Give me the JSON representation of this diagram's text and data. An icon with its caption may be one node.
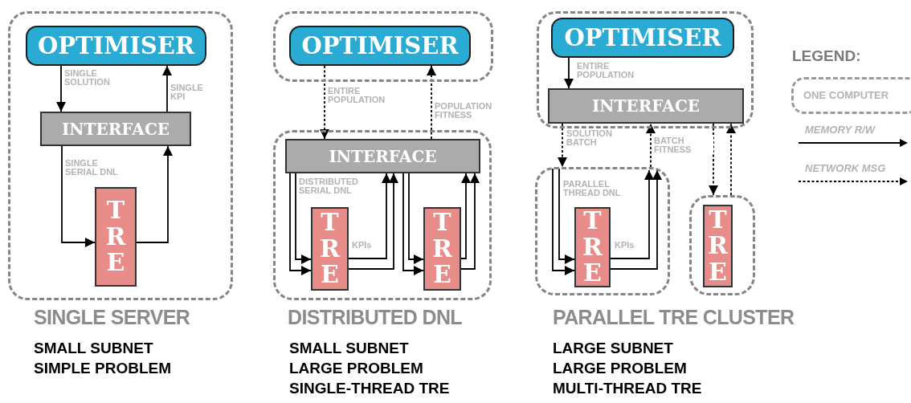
{
  "diagram": {
    "nodes": [
      {
        "text": [],
        "shape": "box"
      },
      {
        "text": [
          "OPTIMISER"
        ],
        "in": 0
      },
      {
        "text": [
          "INTERFACE"
        ],
        "in": 0
      },
      {
        "text": [
          "TRE"
        ],
        "in": 0
      },
      {
        "text": [],
        "shape": "box"
      },
      {
        "text": [
          "OPTIMISER"
        ],
        "in": 4
      },
      {
        "text": [],
        "shape": "box"
      },
      {
        "text": [
          "INTERFACE"
        ],
        "in": 6
      },
      {
        "text": [
          "TRE"
        ],
        "in": 6
      },
      {
        "text": [
          "TRE"
        ],
        "in": 6
      },
      {
        "text": [],
        "shape": "box"
      },
      {
        "text": [
          "OPTIMISER"
        ],
        "in": 10
      },
      {
        "text": [
          "INTERFACE"
        ],
        "in": 10
      },
      {
        "text": [],
        "shape": "box"
      },
      {
        "text": [
          "TRE"
        ],
        "in": 13
      },
      {
        "text": [],
        "shape": "box"
      },
      {
        "text": [
          "TRE"
        ],
        "in": 15
      }
    ],
    "edges": [
      {
        "from": 1,
        "to": 2,
        "arrow": "to",
        "label": "SINGLE SOLUTION"
      },
      {
        "from": 2,
        "to": 1,
        "arrow": "to",
        "label": "SINGLE KPI"
      },
      {
        "from": 2,
        "to": 3,
        "arrow": "to",
        "label": "SINGLE SERIAL DNL"
      },
      {
        "from": 3,
        "to": 2,
        "arrow": "to"
      },
      {
        "from": 5,
        "to": 7,
        "arrow": "to",
        "label": "ENTIRE POPULATION",
        "style": "dashed"
      },
      {
        "from": 7,
        "to": 5,
        "arrow": "to",
        "label": "POPULATION FITNESS",
        "style": "dashed"
      },
      {
        "from": 7,
        "to": 8,
        "arrow": "to",
        "label": "DISTRIBUTED SERIAL DNL"
      },
      {
        "from": 7,
        "to": 8,
        "arrow": "to"
      },
      {
        "from": 8,
        "to": 7,
        "arrow": "to",
        "label": "KPIs"
      },
      {
        "from": 8,
        "to": 7,
        "arrow": "to"
      },
      {
        "from": 7,
        "to": 9,
        "arrow": "to"
      },
      {
        "from": 7,
        "to": 9,
        "arrow": "to"
      },
      {
        "from": 9,
        "to": 7,
        "arrow": "to"
      },
      {
        "from": 9,
        "to": 7,
        "arrow": "to"
      },
      {
        "from": 11,
        "to": 12,
        "arrow": "to",
        "label": "ENTIRE POPULATION"
      },
      {
        "from": 12,
        "to": 13,
        "arrow": "to",
        "label": "SOLUTION BATCH",
        "style": "dashed"
      },
      {
        "from": 13,
        "to": 12,
        "arrow": "to",
        "label": "BATCH FITNESS",
        "style": "dashed"
      },
      {
        "from": 12,
        "to": 15,
        "arrow": "to",
        "style": "dashed"
      },
      {
        "from": 15,
        "to": 12,
        "arrow": "to",
        "style": "dashed"
      },
      {
        "from": 13,
        "to": 14,
        "arrow": "to",
        "label": "PARALLEL THREAD DNL"
      },
      {
        "from": 13,
        "to": 14,
        "arrow": "to"
      },
      {
        "from": 14,
        "to": 13,
        "arrow": "to",
        "label": "KPIs"
      },
      {
        "from": 14,
        "to": 13,
        "arrow": "to"
      }
    ],
    "labels": [
      "SINGLE SERVER",
      "SMALL SUBNET",
      "SIMPLE PROBLEM",
      "DISTRIBUTED DNL",
      "SMALL SUBNET",
      "LARGE PROBLEM",
      "SINGLE-THREAD TRE",
      "PARALLEL TRE CLUSTER",
      "LARGE SUBNET",
      "LARGE PROBLEM",
      "MULTI-THREAD TRE",
      "LEGEND:"
    ],
    "legend": [
      {
        "text": "ONE COMPUTER"
      },
      {
        "text": "MEMORY R/W"
      },
      {
        "text": "NETWORK MSG"
      }
    ]
  }
}
